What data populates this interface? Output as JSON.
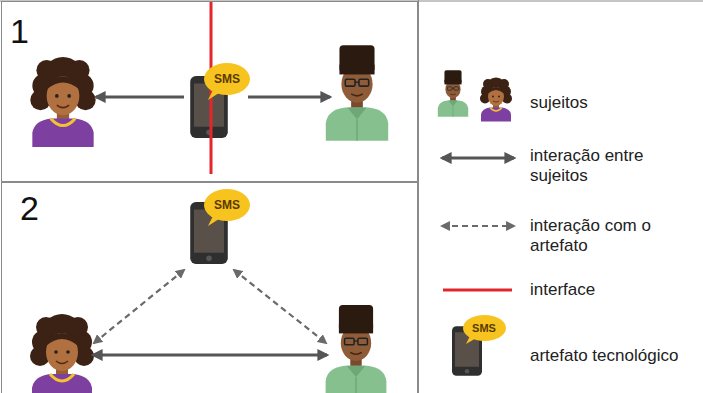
{
  "diagram": {
    "nodes": [
      {
        "text": [
          "1"
        ]
      },
      {
        "text": [
          "SMS"
        ],
        "in": 0
      },
      {
        "text": [
          "2"
        ]
      },
      {
        "text": [
          "SMS"
        ],
        "in": 2
      },
      {
        "text": [
          "SMS"
        ]
      }
    ],
    "legend": [
      {
        "text": "sujeitos"
      },
      {
        "text": "interação entre sujeitos"
      },
      {
        "text": "interação com o artefato"
      },
      {
        "text": "interface"
      },
      {
        "text": "artefato tecnológico"
      }
    ]
  }
}
